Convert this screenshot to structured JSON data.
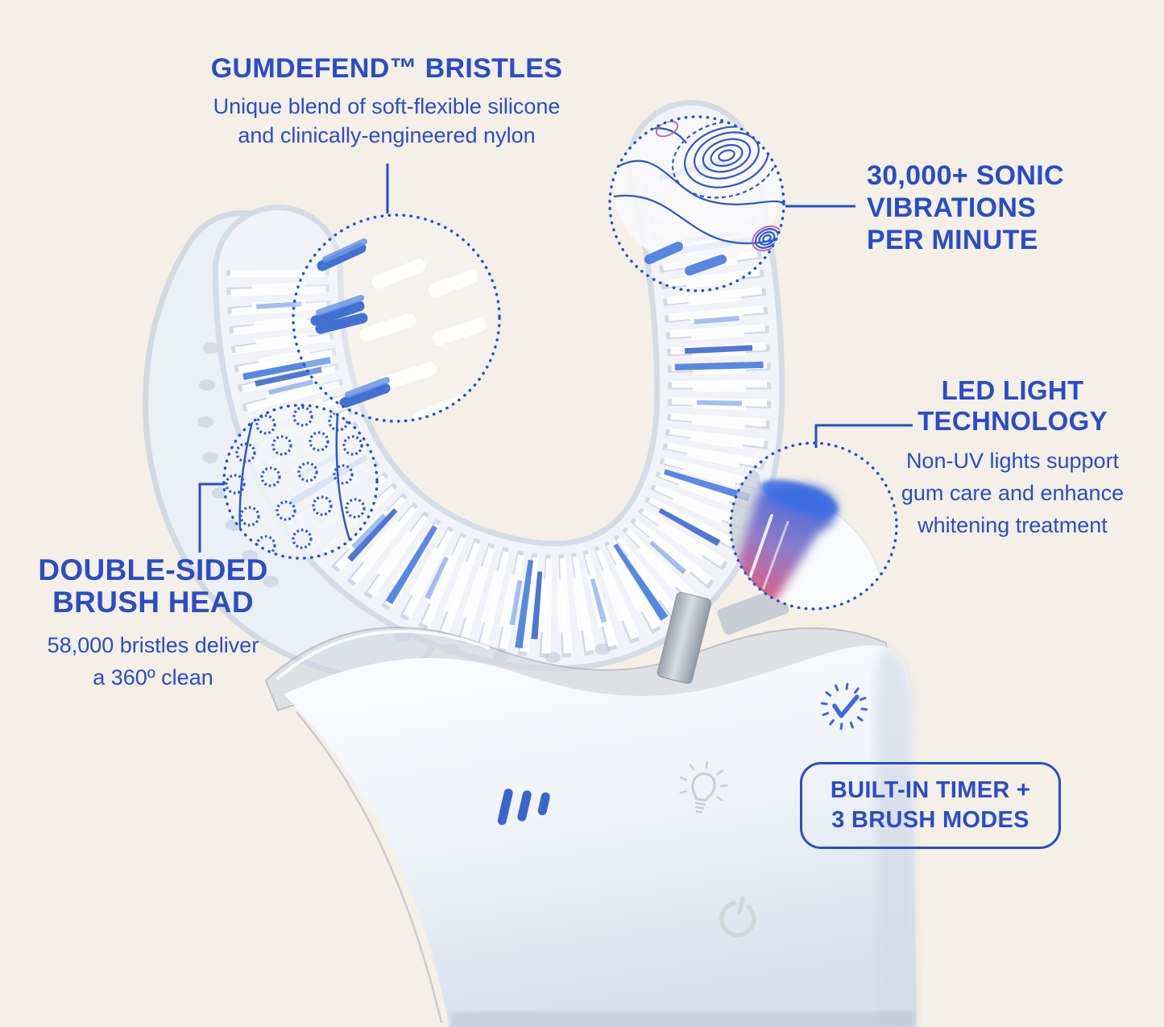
{
  "page": {
    "background_color": "#f4efe7",
    "accent_blue": "#2b4cc8",
    "handle_color": "#eef2f8",
    "led_glow_blue": "#3e6de0",
    "led_glow_pink": "#e0607f",
    "bristle_blue": "#3b74dd"
  },
  "callouts": {
    "gumdefend": {
      "title": "GUMDEFEND™ BRISTLES",
      "body": [
        "Unique blend of soft-flexible silicone",
        "and clinically-engineered nylon"
      ]
    },
    "sonic": {
      "lines": [
        "30,000+ SONIC",
        "VIBRATIONS",
        "PER MINUTE"
      ]
    },
    "led": {
      "title": [
        "LED LIGHT",
        "TECHNOLOGY"
      ],
      "body": [
        "Non-UV lights support",
        "gum care and enhance",
        "whitening treatment"
      ]
    },
    "double_sided": {
      "title": [
        "DOUBLE-SIDED",
        "BRUSH HEAD"
      ],
      "body": [
        "58,000 bristles deliver",
        "a 360º clean"
      ]
    },
    "timer_badge": {
      "lines": [
        "BUILT-IN TIMER +",
        "3 BRUSH MODES"
      ]
    }
  },
  "device": {
    "icons": {
      "brand_logo": "three-slanted-bars-logo",
      "timer": "timer-checkmark-icon",
      "light_mode": "light-bulb-icon",
      "power": "power-button-icon"
    }
  }
}
